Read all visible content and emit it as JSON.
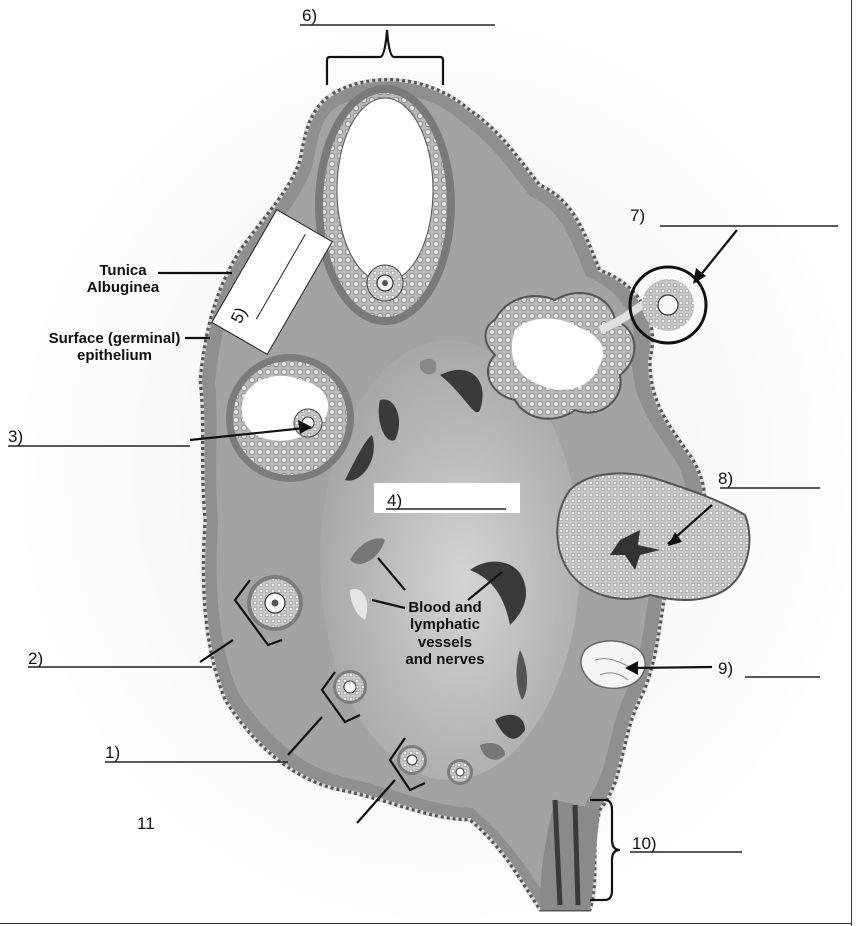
{
  "labels": {
    "l1": "1)",
    "l2": "2)",
    "l3": "3)",
    "l4": "4)",
    "l5": "5)",
    "l6": "6)",
    "l7": "7)",
    "l8": "8)",
    "l9": "9)",
    "l10": "10)",
    "l11": "11"
  },
  "fixed_labels": {
    "tunica_line1": "Tunica",
    "tunica_line2": "Albuginea",
    "surface_line1": "Surface (germinal)",
    "surface_line2": "epithelium",
    "vessels_line1": "Blood and",
    "vessels_line2": "lymphatic vessels",
    "vessels_line3": "and nerves"
  },
  "colors": {
    "tissue_dark": "#6f6f6f",
    "tissue_mid": "#9a9a9a",
    "tissue_light": "#c9c9c9",
    "cortex": "#a5a5a5",
    "medulla": "#c2c2c2",
    "vessel": "#3c3c3c",
    "line": "#111111"
  }
}
